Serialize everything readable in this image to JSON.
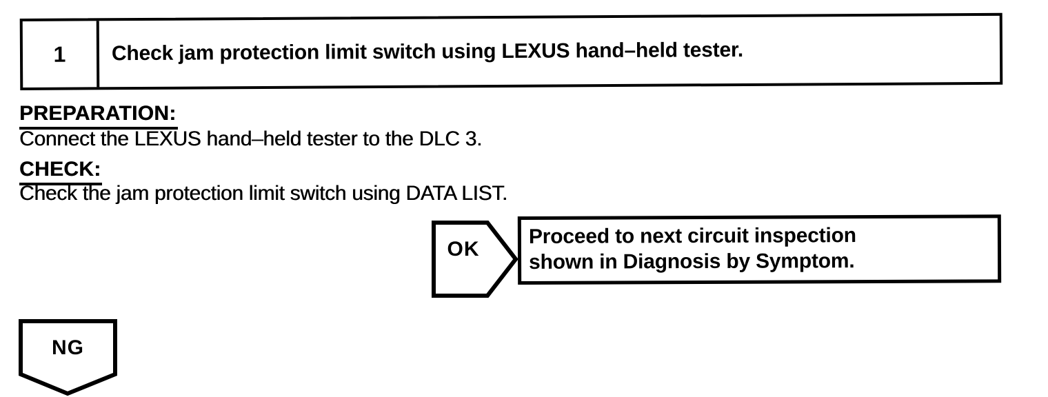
{
  "page": {
    "paper_color": "#ffffff",
    "ink_color": "#000000"
  },
  "step": {
    "number": "1",
    "title": "Check jam protection limit switch using LEXUS hand–held tester."
  },
  "sections": [
    {
      "heading": "PREPARATION:",
      "body": "Connect the LEXUS hand–held tester to the DLC 3."
    },
    {
      "heading": "CHECK:",
      "body": "Check the jam protection limit switch using DATA LIST."
    }
  ],
  "ok_branch": {
    "label": "OK",
    "result_lines": [
      "Proceed to next circuit inspection",
      "shown in Diagnosis by Symptom."
    ]
  },
  "ng_branch": {
    "label": "NG"
  }
}
